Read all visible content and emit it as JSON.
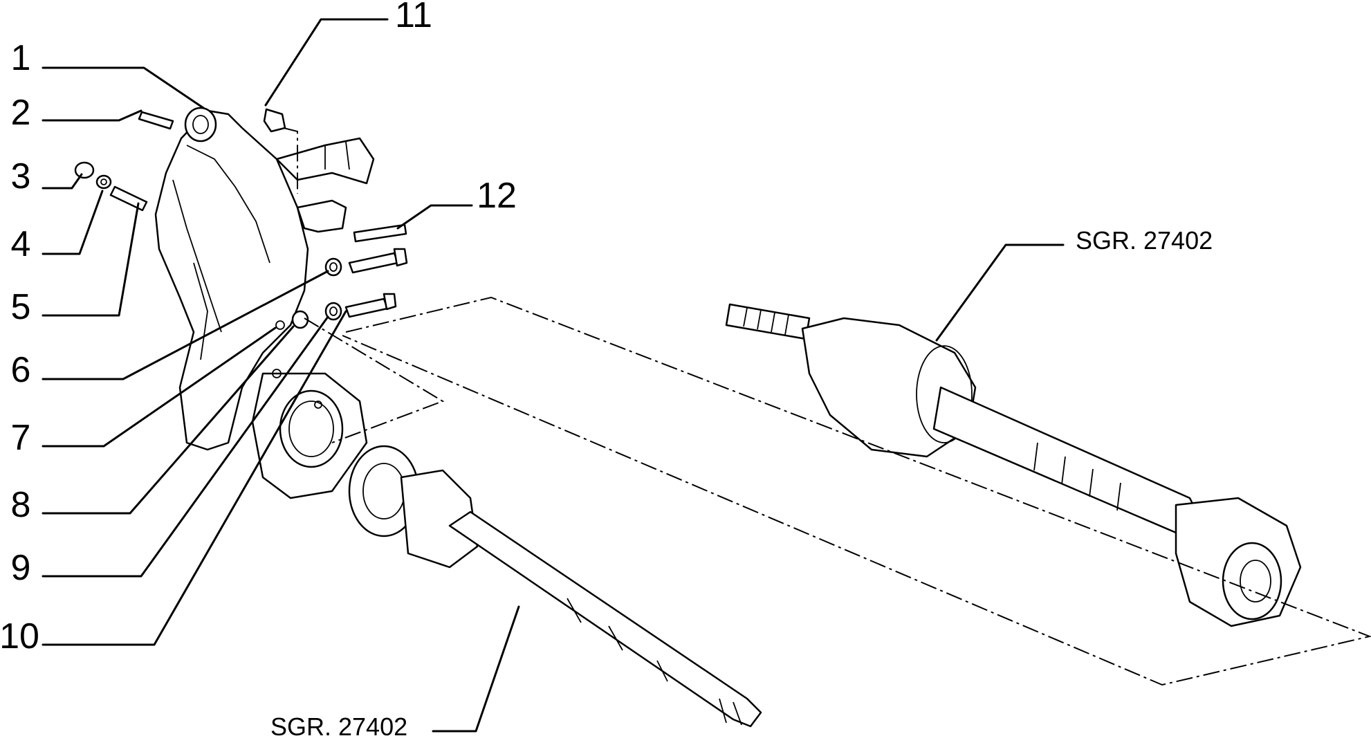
{
  "callouts": [
    {
      "id": "1",
      "label": "1"
    },
    {
      "id": "2",
      "label": "2"
    },
    {
      "id": "3",
      "label": "3"
    },
    {
      "id": "4",
      "label": "4"
    },
    {
      "id": "5",
      "label": "5"
    },
    {
      "id": "6",
      "label": "6"
    },
    {
      "id": "7",
      "label": "7"
    },
    {
      "id": "8",
      "label": "8"
    },
    {
      "id": "9",
      "label": "9"
    },
    {
      "id": "10",
      "label": "10"
    },
    {
      "id": "11",
      "label": "11"
    },
    {
      "id": "12",
      "label": "12"
    }
  ],
  "references": {
    "driveshaft_right": "SGR. 27402",
    "driveshaft_bottom": "SGR. 27402"
  },
  "colors": {
    "line": "#000000",
    "background": "#ffffff"
  }
}
